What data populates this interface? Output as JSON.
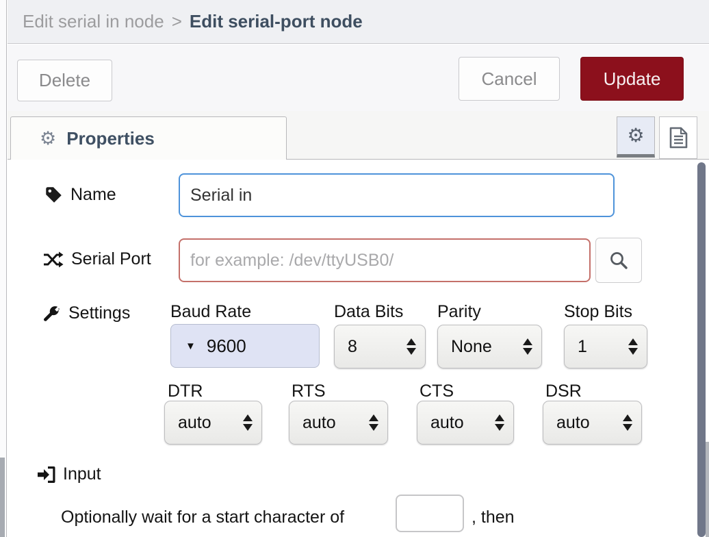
{
  "header": {
    "breadcrumb": {
      "parent": "Edit serial in node",
      "separator": ">",
      "current": "Edit serial-port node"
    }
  },
  "toolbar": {
    "delete": "Delete",
    "cancel": "Cancel",
    "update": "Update"
  },
  "tabs": {
    "properties": "Properties"
  },
  "form": {
    "name": {
      "label": "Name",
      "value": "Serial in"
    },
    "serial_port": {
      "label": "Serial Port",
      "placeholder": "for example: /dev/ttyUSB0/"
    },
    "settings": {
      "label": "Settings",
      "baud_rate": {
        "label": "Baud Rate",
        "value": "9600"
      },
      "data_bits": {
        "label": "Data Bits",
        "value": "8"
      },
      "parity": {
        "label": "Parity",
        "value": "None"
      },
      "stop_bits": {
        "label": "Stop Bits",
        "value": "1"
      },
      "dtr": {
        "label": "DTR",
        "value": "auto"
      },
      "rts": {
        "label": "RTS",
        "value": "auto"
      },
      "cts": {
        "label": "CTS",
        "value": "auto"
      },
      "dsr": {
        "label": "DSR",
        "value": "auto"
      }
    },
    "input": {
      "label": "Input",
      "text_before": "Optionally wait for a start character of",
      "start_character": "",
      "text_after": ", then"
    }
  },
  "icons": {
    "gear": "⚙",
    "caret_down": "▼"
  },
  "colors": {
    "update_button": "#8c101c",
    "name_focus_border": "#4e93da",
    "serial_error_border": "#c4706a",
    "baud_background": "#dfe3f4",
    "tab_text": "#3f5063"
  }
}
